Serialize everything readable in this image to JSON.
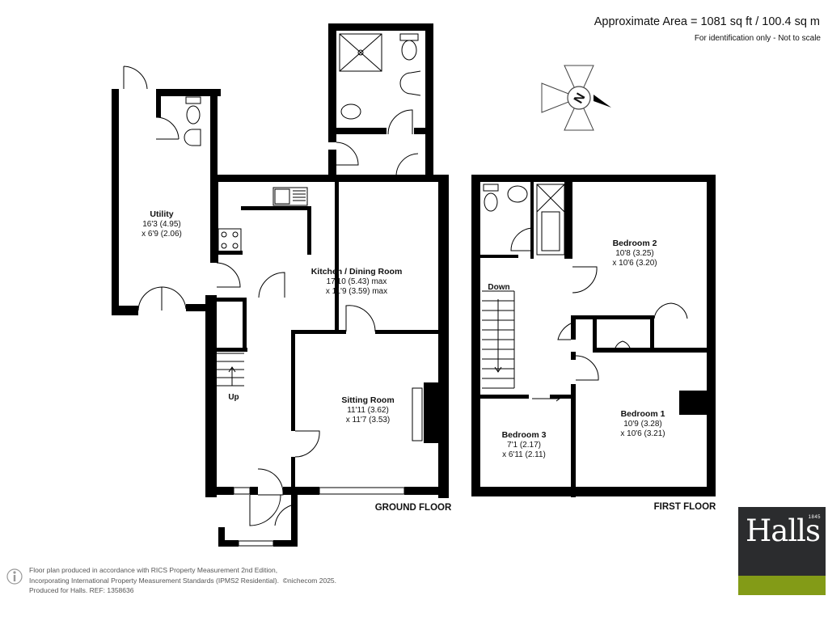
{
  "header": {
    "area": "Approximate Area = 1081 sq ft / 100.4 sq m",
    "note": "For identification only - Not to scale"
  },
  "compass": {
    "letter": "N"
  },
  "rooms": {
    "utility": {
      "name": "Utility",
      "dim1": "16'3 (4.95)",
      "dim2": "x 6'9 (2.06)"
    },
    "kitchen": {
      "name": "Kitchen / Dining Room",
      "dim1": "17'10 (5.43) max",
      "dim2": "x 11'9 (3.59) max"
    },
    "sitting": {
      "name": "Sitting Room",
      "dim1": "11'11 (3.62)",
      "dim2": "x 11'7 (3.53)"
    },
    "bedroom2": {
      "name": "Bedroom 2",
      "dim1": "10'8 (3.25)",
      "dim2": "x 10'6 (3.20)"
    },
    "bedroom1": {
      "name": "Bedroom 1",
      "dim1": "10'9 (3.28)",
      "dim2": "x 10'6 (3.21)"
    },
    "bedroom3": {
      "name": "Bedroom 3",
      "dim1": "7'1 (2.17)",
      "dim2": "x 6'11 (2.11)"
    }
  },
  "stairs": {
    "up": "Up",
    "down": "Down"
  },
  "floors": {
    "ground": "GROUND FLOOR",
    "first": "FIRST FLOOR"
  },
  "footer": {
    "line1": "Floor plan produced in accordance with RICS Property Measurement 2nd Edition,",
    "line2a": "Incorporating International Property Measurement Standards (IPMS2 Residential).",
    "line2b": "©nichecom 2025.",
    "line3": "Produced for Halls.   REF: 1358636"
  },
  "logo": {
    "brand": "Halls",
    "year": "1845",
    "band_color": "#839b17",
    "bg_color": "#2b2c2e"
  }
}
